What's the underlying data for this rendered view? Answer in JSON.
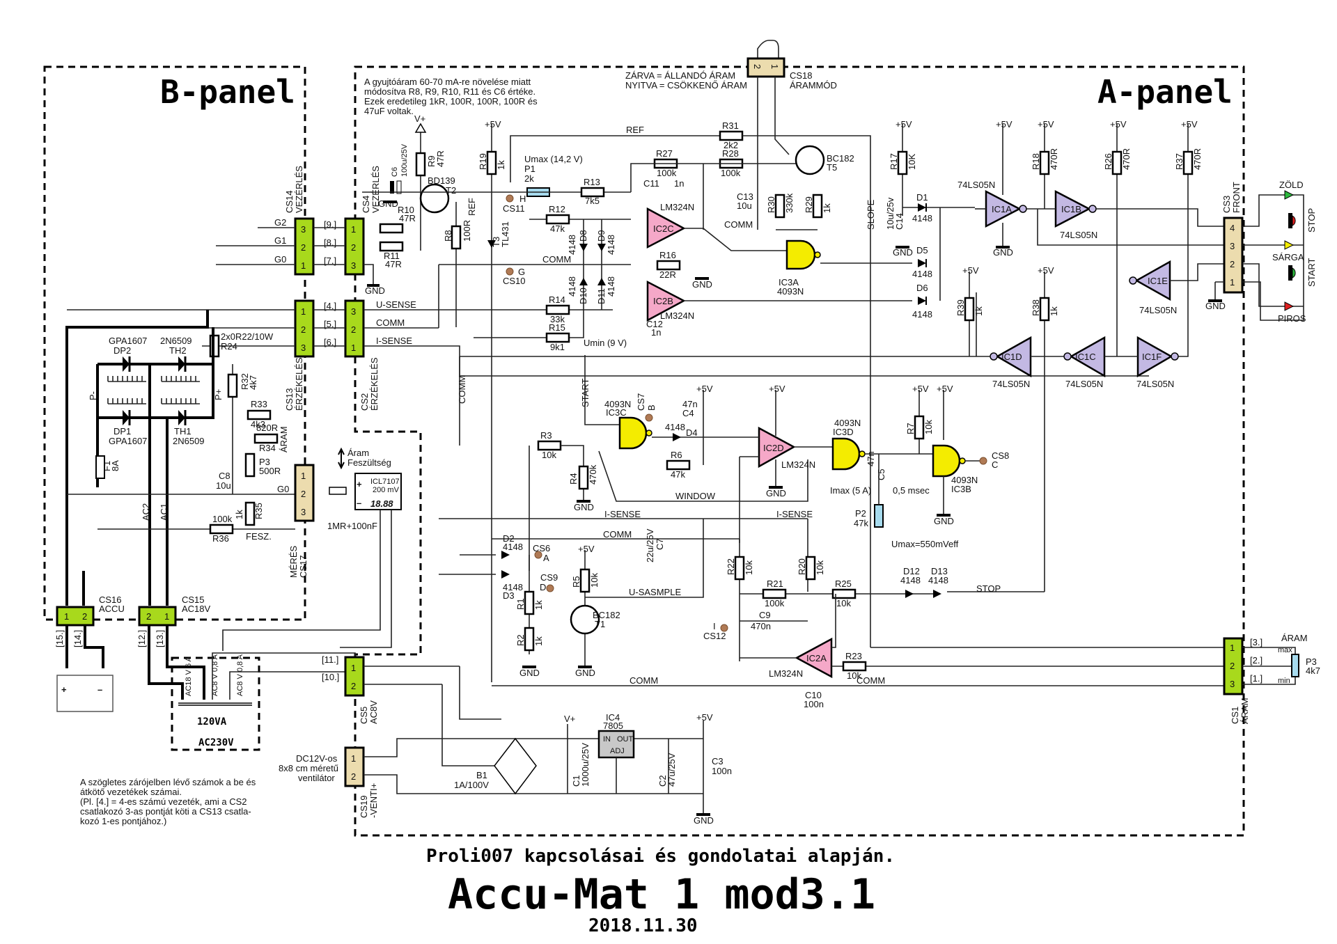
{
  "title_block": {
    "subtitle": "Proli007 kapcsolásai és gondolatai alapján.",
    "title": "Accu-Mat 1 mod3.1",
    "date": "2018.11.30"
  },
  "panels": {
    "b_panel": "B-panel",
    "a_panel": "A-panel"
  },
  "notes": {
    "modification": [
      "A gyujtóáram 60-70 mA-re növelése miatt",
      "módosítva R8, R9, R10, R11 és C6 értéke.",
      "Ezek eredetileg 1kR, 100R, 100R, 100R és",
      "47uF voltak."
    ],
    "current_mode": [
      "ZÁRVA = ÁLLANDÓ ÁRAM",
      "NYITVA = CSÖKKENŐ ÁRAM"
    ],
    "wire_numbers": [
      "A szögletes zárójelben lévő számok a be és",
      "átkötő vezetékek számai.",
      "(Pl. [4.] = 4-es számú vezeték, ami a CS2",
      "csatlakozó 3-as pontját köti a CS13 csatla-",
      "kozó 1-es pontjához.)"
    ],
    "fan": [
      "DC12V-os",
      "8x8 cm méretű",
      "ventilátor"
    ]
  },
  "connectors": {
    "cs18": {
      "name": "CS18",
      "label": "ÁRAMMÓD",
      "pins": [
        "2",
        "1"
      ]
    },
    "cs14": {
      "name": "CS14",
      "label": "VEZÉRLÉS",
      "pins": [
        "3",
        "2",
        "1"
      ]
    },
    "cs4": {
      "name": "CS4",
      "label": "VEZÉRLÉS",
      "pins": [
        "1",
        "2",
        "3"
      ]
    },
    "cs13": {
      "name": "CS13",
      "label": "ÉRZÉKELÉS",
      "pins": [
        "1",
        "2",
        "3"
      ]
    },
    "cs2": {
      "name": "CS2",
      "label": "ÉRZÉKELÉS",
      "pins": [
        "3",
        "2",
        "1"
      ]
    },
    "cs17": {
      "name": "CS17",
      "label": "MÉRÉS",
      "pins": [
        "1",
        "2",
        "3"
      ]
    },
    "cs16": {
      "name": "CS16",
      "label": "ACCU",
      "pins": [
        "1",
        "2"
      ]
    },
    "cs15": {
      "name": "CS15",
      "label": "AC18V",
      "pins": [
        "2",
        "1"
      ]
    },
    "cs5": {
      "name": "CS5",
      "label": "AC8V",
      "pins": [
        "1",
        "2"
      ]
    },
    "cs19": {
      "name": "CS19",
      "label": "-VENTI+",
      "pins": [
        "1",
        "2"
      ]
    },
    "cs3": {
      "name": "CS3",
      "label": "FRONT",
      "pins": [
        "4",
        "3",
        "2",
        "1"
      ]
    },
    "cs1": {
      "name": "CS1",
      "label": "ÁRAM",
      "pins": [
        "1",
        "2",
        "3"
      ]
    }
  },
  "wire_numbers": {
    "w9": "[9.]",
    "w8": "[8.]",
    "w7": "[7.]",
    "w4": "[4.]",
    "w5": "[5.]",
    "w6": "[6.]",
    "w15": "[15.]",
    "w14": "[14.]",
    "w12": "[12.]",
    "w13": "[13.]",
    "w11": "[11.]",
    "w10": "[10.]",
    "w3": "[3.]",
    "w2": "[2.]",
    "w1": "[1.]"
  },
  "nets": {
    "g2": "G2",
    "g1": "G1",
    "g0": "G0",
    "g0b": "G0",
    "u_sense": "U-SENSE",
    "comm": "COMM",
    "i_sense": "I-SENSE",
    "ref": "REF",
    "ref2": "REF",
    "slope": "SLOPE",
    "start": "START",
    "window": "WINDOW",
    "i_sense2": "I-SENSE",
    "i_sense3": "I-SENSE",
    "u_sasmple": "U-SASMPLE",
    "stop": "STOP",
    "p_minus": "P-",
    "p_plus": "P+",
    "ac1": "AC1",
    "ac2": "AC2",
    "aram": "ÁRAM",
    "fesz": "FESZ.",
    "comm2": "COMM",
    "comm3": "COMM",
    "comm4": "COMM",
    "comm5": "COMM",
    "comm6": "COMM",
    "comm7": "COMM"
  },
  "power": {
    "v_plus": "V+",
    "p5v": "+5V",
    "gnd": "GND"
  },
  "components": {
    "r8": [
      "R8",
      "100R"
    ],
    "r9": [
      "R9",
      "47R"
    ],
    "r10": [
      "R10",
      "47R"
    ],
    "r11": [
      "R11",
      "47R"
    ],
    "c6": [
      "C6",
      "100u/25V"
    ],
    "t2": [
      "BD139",
      "T2"
    ],
    "r19": [
      "R19",
      "1k"
    ],
    "p1": [
      "Umax (14,2 V)",
      "P1",
      "2k"
    ],
    "r13": [
      "R13",
      "7k5"
    ],
    "r27": [
      "R27",
      "100k"
    ],
    "r31": [
      "R31",
      "2k2"
    ],
    "r28": [
      "R28",
      "100k"
    ],
    "c11": [
      "C11",
      "1n"
    ],
    "c13": [
      "C13",
      "10u"
    ],
    "r30": [
      "R30",
      "330k"
    ],
    "r29": [
      "R29",
      "1k"
    ],
    "t5": [
      "BC182",
      "T5"
    ],
    "r12": [
      "R12",
      "47k"
    ],
    "r14": [
      "R14",
      "33k"
    ],
    "r15": [
      "R15",
      "9k1"
    ],
    "r16": [
      "R16",
      "22R"
    ],
    "t3": [
      "T3",
      "TL431"
    ],
    "d8": [
      "D8",
      "4148"
    ],
    "d9": [
      "D9",
      "4148"
    ],
    "d10": [
      "D10",
      "4148"
    ],
    "d11": [
      "D11",
      "4148"
    ],
    "ic2c": [
      "IC2C",
      "LM324N"
    ],
    "ic2b": [
      "IC2B",
      "LM324N"
    ],
    "c12": [
      "C12",
      "1n"
    ],
    "umin": "Umin (9 V)",
    "ic3a": [
      "IC3A",
      "4093N"
    ],
    "r17": [
      "R17",
      "10K"
    ],
    "c14": [
      "C14",
      "10u/25v"
    ],
    "d1": [
      "D1",
      "4148"
    ],
    "d5": [
      "D5",
      "4148"
    ],
    "d6": [
      "D6",
      "4148"
    ],
    "ic1a": [
      "IC1A",
      "74LS05N"
    ],
    "ic1b": [
      "IC1B",
      "74LS05N"
    ],
    "ic1c": [
      "IC1C",
      "74LS05N"
    ],
    "ic1d": [
      "IC1D",
      "74LS05N"
    ],
    "ic1e": [
      "IC1E",
      "74LS05N"
    ],
    "ic1f": [
      "IC1F",
      "74LS05N"
    ],
    "r18": [
      "R18",
      "470R"
    ],
    "r26": [
      "R26",
      "470R"
    ],
    "r37": [
      "R37",
      "470R"
    ],
    "r39": [
      "R39",
      "1k"
    ],
    "r38": [
      "R38",
      "1k"
    ],
    "r3": [
      "R3",
      "10k"
    ],
    "r4": [
      "R4",
      "470k"
    ],
    "ic3c": [
      "IC3C",
      "4093N"
    ],
    "d4": [
      "D4",
      "4148"
    ],
    "r6": [
      "R6",
      "47k"
    ],
    "c4": [
      "C4",
      "47n"
    ],
    "ic2d": [
      "IC2D",
      "LM324N"
    ],
    "ic3d": [
      "IC3D",
      "4093N"
    ],
    "c5": [
      "C5",
      "47n"
    ],
    "c5_note": "0,5 msec",
    "r7": [
      "R7",
      "10k"
    ],
    "ic3b": [
      "IC3B",
      "4093N"
    ],
    "p2": [
      "P2",
      "47k"
    ],
    "imax": "Imax (5 A)",
    "umax_note": "Umax=550mVeff",
    "d2": [
      "D2",
      "4148"
    ],
    "d3": [
      "D3",
      "4148"
    ],
    "c7": [
      "C7",
      "22u/25V"
    ],
    "r5": [
      "R5",
      "10k"
    ],
    "r1": [
      "R1",
      "1k"
    ],
    "r2": [
      "R2",
      "1k"
    ],
    "t1": [
      "BC182",
      "T1"
    ],
    "r22": [
      "R22",
      "10k"
    ],
    "r20": [
      "R20",
      "10k"
    ],
    "r21": [
      "R21",
      "100k"
    ],
    "r25": [
      "R25",
      "10k"
    ],
    "c9": [
      "C9",
      "470n"
    ],
    "d12": [
      "D12",
      "4148"
    ],
    "d13": [
      "D13",
      "4148"
    ],
    "ic2a": [
      "IC2A",
      "LM324N"
    ],
    "r23": [
      "R23",
      "10k"
    ],
    "c10": [
      "C10",
      "100n"
    ],
    "p3_front": [
      "P3",
      "4k7"
    ],
    "p3_max": "max",
    "p3_min": "min",
    "p3_aram": "ÁRAM",
    "b1": [
      "B1",
      "1A/100V"
    ],
    "c1": [
      "C1",
      "1000u/25V"
    ],
    "ic4": [
      "IC4",
      "7805"
    ],
    "ic4_pins": [
      "IN",
      "OUT",
      "ADJ"
    ],
    "c2": [
      "C2",
      "47u/25V"
    ],
    "c3": [
      "C3",
      "100n"
    ],
    "r24": [
      "2x0R22/10W",
      "R24"
    ],
    "dp2": [
      "GPA1607",
      "DP2"
    ],
    "dp1": [
      "DP1",
      "GPA1607"
    ],
    "th2": [
      "2N6509",
      "TH2"
    ],
    "th1": [
      "TH1",
      "2N6509"
    ],
    "f1": [
      "F1",
      "8A"
    ],
    "r32": [
      "R32",
      "4k7"
    ],
    "r33": [
      "R33",
      "4k3"
    ],
    "r34": [
      "820R",
      "R34"
    ],
    "p3b": [
      "P3",
      "500R"
    ],
    "c8": [
      "C8",
      "10u"
    ],
    "r35": [
      "1k",
      "R35"
    ],
    "r36": [
      "100k",
      "R36"
    ],
    "meter": [
      "ICL7107",
      "200 mV",
      "18.88"
    ],
    "switch_labels": [
      "Áram",
      "Feszültség"
    ],
    "rc": "1MR+100nF",
    "transformer": [
      "120VA",
      "AC230V",
      "AC18 V 6 A",
      "AC8 V 0,8 A",
      "AC8 V 0,8 A"
    ]
  },
  "test_points": {
    "cs11": [
      "CS11",
      "H"
    ],
    "cs10": [
      "CS10",
      "G"
    ],
    "cs7": [
      "CS7",
      "B"
    ],
    "cs8": [
      "CS8",
      "C"
    ],
    "cs6": [
      "CS6",
      "A"
    ],
    "cs9": [
      "CS9",
      "D"
    ],
    "cs12": [
      "CS12",
      "I"
    ]
  },
  "leds": {
    "zold": "ZÖLD",
    "sarga": "SÁRGA",
    "piros": "PIROS",
    "stop": "STOP",
    "start": "START"
  },
  "colors": {
    "connector_green": "#a8d91c",
    "connector_tan": "#ecdcae",
    "opamp_pink": "#f5a8c8",
    "inverter_purple": "#c3b9e3",
    "nand_yellow": "#f4ec00",
    "pot_blue": "#a7dbee",
    "testpoint_brown": "#b07a55"
  }
}
